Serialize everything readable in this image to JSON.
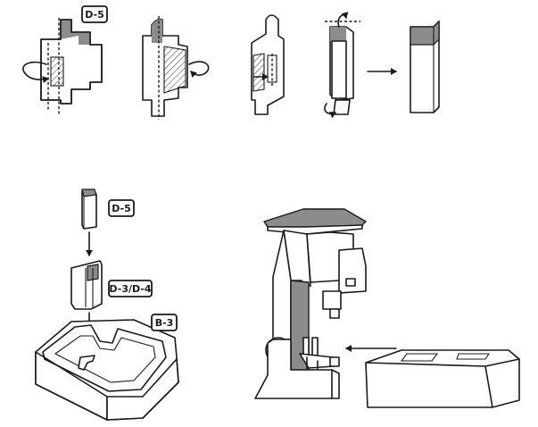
{
  "labels": {
    "top_d5": "D-5",
    "mid_d5": "D-5",
    "d3_d4": "D-3/D-4",
    "b3": "B-3"
  },
  "colors": {
    "outline": "#1a1a1a",
    "gray_fill": "#8c8c8c",
    "background": "#ffffff"
  }
}
